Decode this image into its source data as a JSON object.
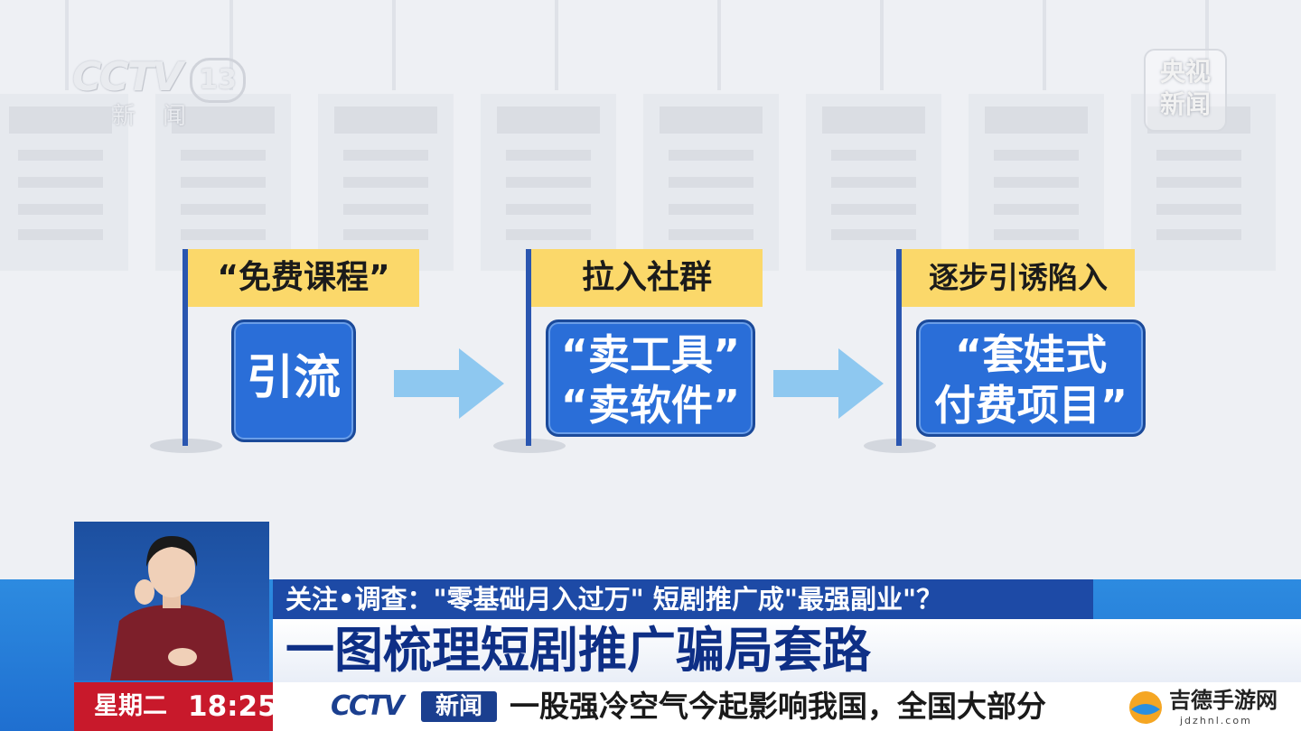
{
  "channel_logo": {
    "brand": "CCTV",
    "number": "13",
    "subtitle": "新闻"
  },
  "corner_logo": {
    "line1": "央视",
    "line2": "新闻"
  },
  "steps": [
    {
      "banner": "“免费课程”",
      "box_lines": [
        "引流"
      ]
    },
    {
      "banner": "拉入社群",
      "box_lines": [
        "“卖工具”",
        "“卖软件”"
      ]
    },
    {
      "banner": "逐步引诱陷入",
      "box_lines": [
        "“套娃式",
        "付费项目”"
      ]
    }
  ],
  "topic_bar": "关注•调查：\"零基础月入过万\" 短剧推广成\"最强副业\"？",
  "headline": "一图梳理短剧推广骗局套路",
  "date_bar": {
    "weekday": "星期二",
    "time": "18:25"
  },
  "ticker": {
    "logo_brand": "CCTV",
    "logo_label": "新闻",
    "text": "一股强冷空气今起影响我国，全国大部分"
  },
  "watermark": {
    "name": "吉德手游网",
    "url": "jdzhnl.com"
  },
  "colors": {
    "flag_banner": "#fbd86a",
    "step_box": "#2a6ed8",
    "arrow": "#8ec8f0",
    "news_blue": "#1d4aa6",
    "date_red": "#c8192b"
  }
}
